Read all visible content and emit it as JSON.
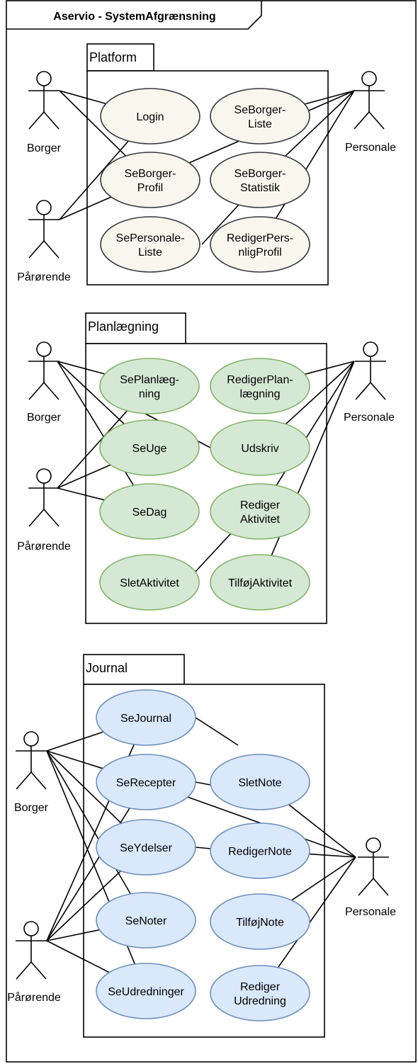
{
  "frame": {
    "title": "Aservio - SystemAfgrænsning"
  },
  "colors": {
    "stroke": "#000000",
    "platform_fill": "#f9f7ed",
    "platform_stroke": "#36393d",
    "planning_fill": "#d5e8d4",
    "planning_stroke": "#82b366",
    "journal_fill": "#dae8fc",
    "journal_stroke": "#6c8ebf"
  },
  "packages": [
    {
      "id": "platform",
      "label": "Platform",
      "actors": {
        "borger": "Borger",
        "paaroerende": "Pårørende",
        "personale": "Personale"
      },
      "use_cases": [
        {
          "id": "login",
          "lines": [
            "Login"
          ]
        },
        {
          "id": "seborgerprofil",
          "lines": [
            "SeBorger-",
            "Profil"
          ]
        },
        {
          "id": "sepersonaleliste",
          "lines": [
            "SePersonale-",
            "Liste"
          ]
        },
        {
          "id": "seborgerliste",
          "lines": [
            "SeBorger-",
            "Liste"
          ]
        },
        {
          "id": "seborgerstatistik",
          "lines": [
            "SeBorger-",
            "Statistik"
          ]
        },
        {
          "id": "redigerpersnligprofil",
          "lines": [
            "RedigerPers-",
            "nligProfil"
          ]
        }
      ]
    },
    {
      "id": "planlaegning",
      "label": "Planlægning",
      "actors": {
        "borger": "Borger",
        "paaroerende": "Pårørende",
        "personale": "Personale"
      },
      "use_cases": [
        {
          "id": "seplanlaegning",
          "lines": [
            "SePlanlæg-",
            "ning"
          ]
        },
        {
          "id": "seuge",
          "lines": [
            "SeUge"
          ]
        },
        {
          "id": "sedag",
          "lines": [
            "SeDag"
          ]
        },
        {
          "id": "sletaktivitet",
          "lines": [
            "SletAktivitet"
          ]
        },
        {
          "id": "redigerplanlaegning",
          "lines": [
            "RedigerPlan-",
            "lægning"
          ]
        },
        {
          "id": "udskriv",
          "lines": [
            "Udskriv"
          ]
        },
        {
          "id": "redigeraktivitet",
          "lines": [
            "Rediger",
            "Aktivitet"
          ]
        },
        {
          "id": "tilfoejaktivitet",
          "lines": [
            "TilføjAktivitet"
          ]
        }
      ]
    },
    {
      "id": "journal",
      "label": "Journal",
      "actors": {
        "borger": "Borger",
        "paaroerende": "Pårørende",
        "personale": "Personale"
      },
      "use_cases": [
        {
          "id": "sejournal",
          "lines": [
            "SeJournal"
          ]
        },
        {
          "id": "serecepter",
          "lines": [
            "SeRecepter"
          ]
        },
        {
          "id": "seydelser",
          "lines": [
            "SeYdelser"
          ]
        },
        {
          "id": "senoter",
          "lines": [
            "SeNoter"
          ]
        },
        {
          "id": "seudredninger",
          "lines": [
            "SeUdredninger"
          ]
        },
        {
          "id": "sletnote",
          "lines": [
            "SletNote"
          ]
        },
        {
          "id": "redigernote",
          "lines": [
            "RedigerNote"
          ]
        },
        {
          "id": "tilfoejnote",
          "lines": [
            "TilføjNote"
          ]
        },
        {
          "id": "redigerudredning",
          "lines": [
            "Rediger",
            "Udredning"
          ]
        }
      ]
    }
  ]
}
